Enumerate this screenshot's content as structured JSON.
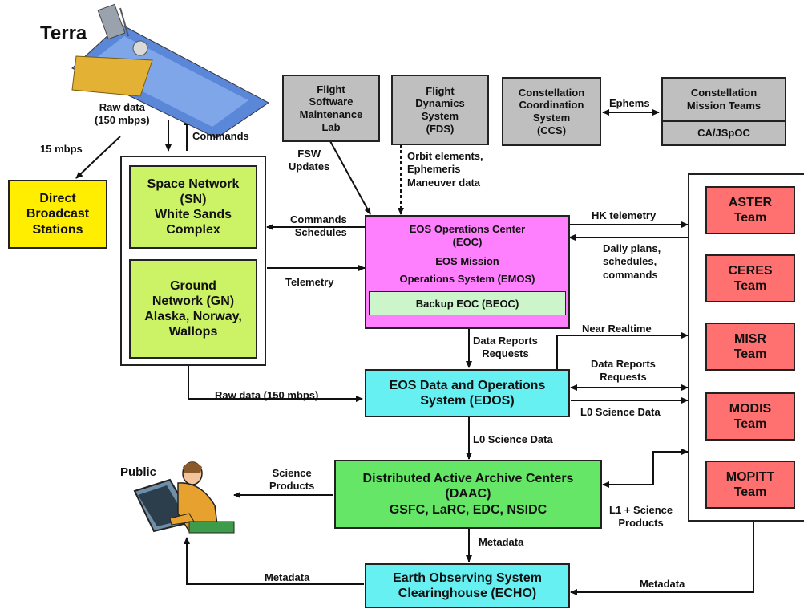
{
  "satellite": {
    "name": "Terra",
    "raw_data": "Raw data\n(150 mbps)",
    "commands": "Commands",
    "rate": "15 mbps"
  },
  "nodes": {
    "fsw": "Flight\nSoftware\nMaintenance\nLab",
    "fds": "Flight\nDynamics\nSystem\n(FDS)",
    "ccs": "Constellation\nCoordination\nSystem\n(CCS)",
    "cmt_title": "Constellation\nMission Teams",
    "cmt_sub": "CA/JSpOC",
    "dbs": "Direct\nBroadcast\nStations",
    "sn": "Space Network\n(SN)\nWhite Sands\nComplex",
    "gn": "Ground\nNetwork (GN)\nAlaska, Norway,\nWallops",
    "eoc_l1": "EOS Operations Center\n(EOC)",
    "eoc_l2": "EOS Mission\nOperations System (EMOS)",
    "beoc": "Backup EOC (BEOC)",
    "edos": "EOS Data and Operations\nSystem (EDOS)",
    "daac": "Distributed Active Archive Centers\n(DAAC)\nGSFC, LaRC, EDC, NSIDC",
    "echo": "Earth Observing System\nClearinghouse (ECHO)",
    "public": "Public"
  },
  "teams": [
    "ASTER\nTeam",
    "CERES\nTeam",
    "MISR\nTeam",
    "MODIS\nTeam",
    "MOPITT\nTeam"
  ],
  "flows": {
    "ephems": "Ephems",
    "fsw_updates": "FSW\nUpdates",
    "orbit": "Orbit elements,\nEphemeris\nManeuver data",
    "cmd_sched": "Commands\nSchedules",
    "telemetry": "Telemetry",
    "hk": "HK telemetry",
    "daily": "Daily plans,\nschedules,\ncommands",
    "raw_gn": "Raw data (150 mbps)",
    "dr_req_eoc": "Data Reports\nRequests",
    "near_rt": "Near Realtime",
    "dr_req_teams": "Data Reports\nRequests",
    "l0_teams": "L0 Science Data",
    "l0_daac": "L0 Science Data",
    "sci_prod": "Science\nProducts",
    "l1": "L1 + Science\nProducts",
    "meta_daac": "Metadata",
    "meta_public": "Metadata",
    "meta_teams": "Metadata"
  }
}
